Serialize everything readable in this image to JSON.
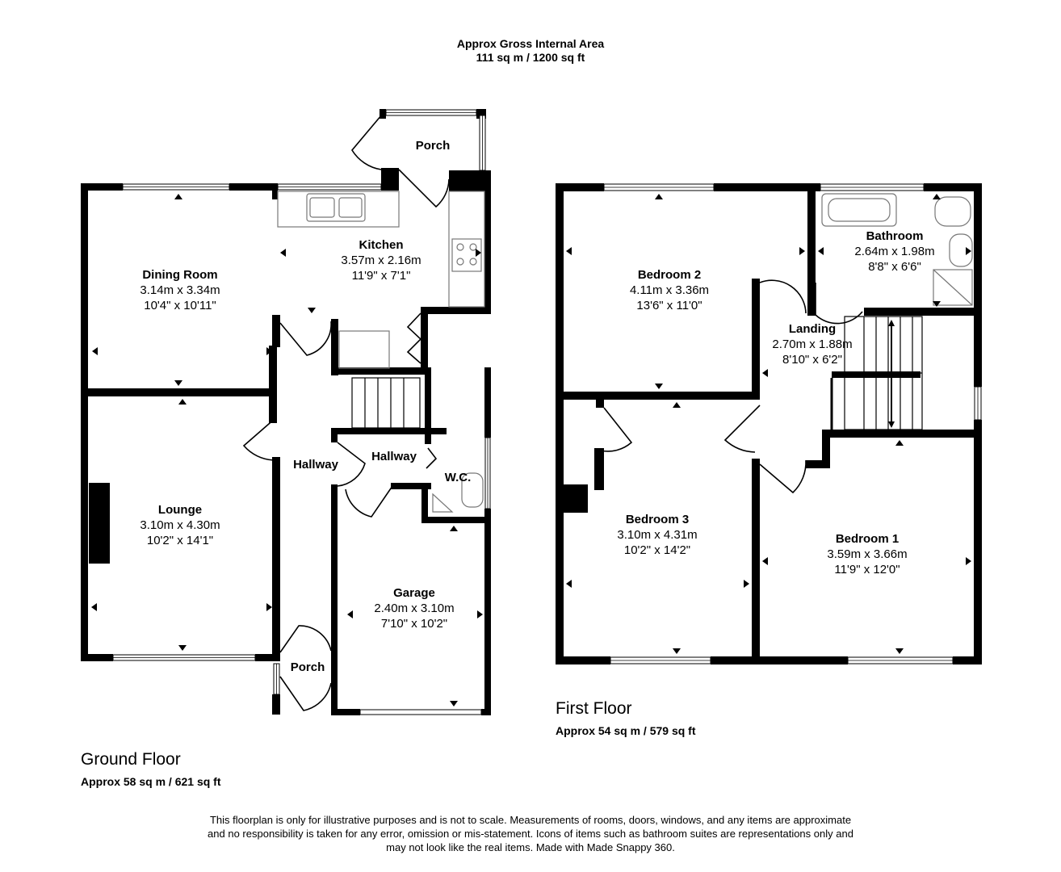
{
  "header": {
    "line1": "Approx Gross Internal Area",
    "line2": "111 sq m / 1200 sq ft"
  },
  "ground_floor": {
    "title": "Ground Floor",
    "area": "Approx 58 sq m / 621 sq ft",
    "rooms": {
      "dining_room": {
        "name": "Dining Room",
        "metric": "3.14m x 3.34m",
        "imperial": "10'4\" x 10'11\""
      },
      "kitchen": {
        "name": "Kitchen",
        "metric": "3.57m x 2.16m",
        "imperial": "11'9\" x 7'1\""
      },
      "porch_rear": {
        "name": "Porch"
      },
      "lounge": {
        "name": "Lounge",
        "metric": "3.10m x 4.30m",
        "imperial": "10'2\" x 14'1\""
      },
      "hallway_main": {
        "name": "Hallway"
      },
      "hallway_inner": {
        "name": "Hallway"
      },
      "wc": {
        "name": "W.C."
      },
      "garage": {
        "name": "Garage",
        "metric": "2.40m x 3.10m",
        "imperial": "7'10\" x 10'2\""
      },
      "porch_front": {
        "name": "Porch"
      }
    }
  },
  "first_floor": {
    "title": "First Floor",
    "area": "Approx 54 sq m / 579 sq ft",
    "rooms": {
      "bedroom2": {
        "name": "Bedroom 2",
        "metric": "4.11m x 3.36m",
        "imperial": "13'6\" x 11'0\""
      },
      "bathroom": {
        "name": "Bathroom",
        "metric": "2.64m x 1.98m",
        "imperial": "8'8\" x 6'6\""
      },
      "landing": {
        "name": "Landing",
        "metric": "2.70m x 1.88m",
        "imperial": "8'10\" x 6'2\""
      },
      "bedroom3": {
        "name": "Bedroom 3",
        "metric": "3.10m x 4.31m",
        "imperial": "10'2\" x 14'2\""
      },
      "bedroom1": {
        "name": "Bedroom 1",
        "metric": "3.59m x 3.66m",
        "imperial": "11'9\" x 12'0\""
      }
    }
  },
  "disclaimer": {
    "line1": "This floorplan is only for illustrative purposes and is not to scale. Measurements of rooms, doors, windows, and any items are approximate",
    "line2": "and no responsibility is taken for any error, omission or mis-statement. Icons of items such as bathroom suites are representations only and",
    "line3": "may not look like the real items. Made with Made Snappy 360."
  },
  "colors": {
    "wall": "#000000",
    "fixture": "#888888",
    "background": "#ffffff"
  }
}
